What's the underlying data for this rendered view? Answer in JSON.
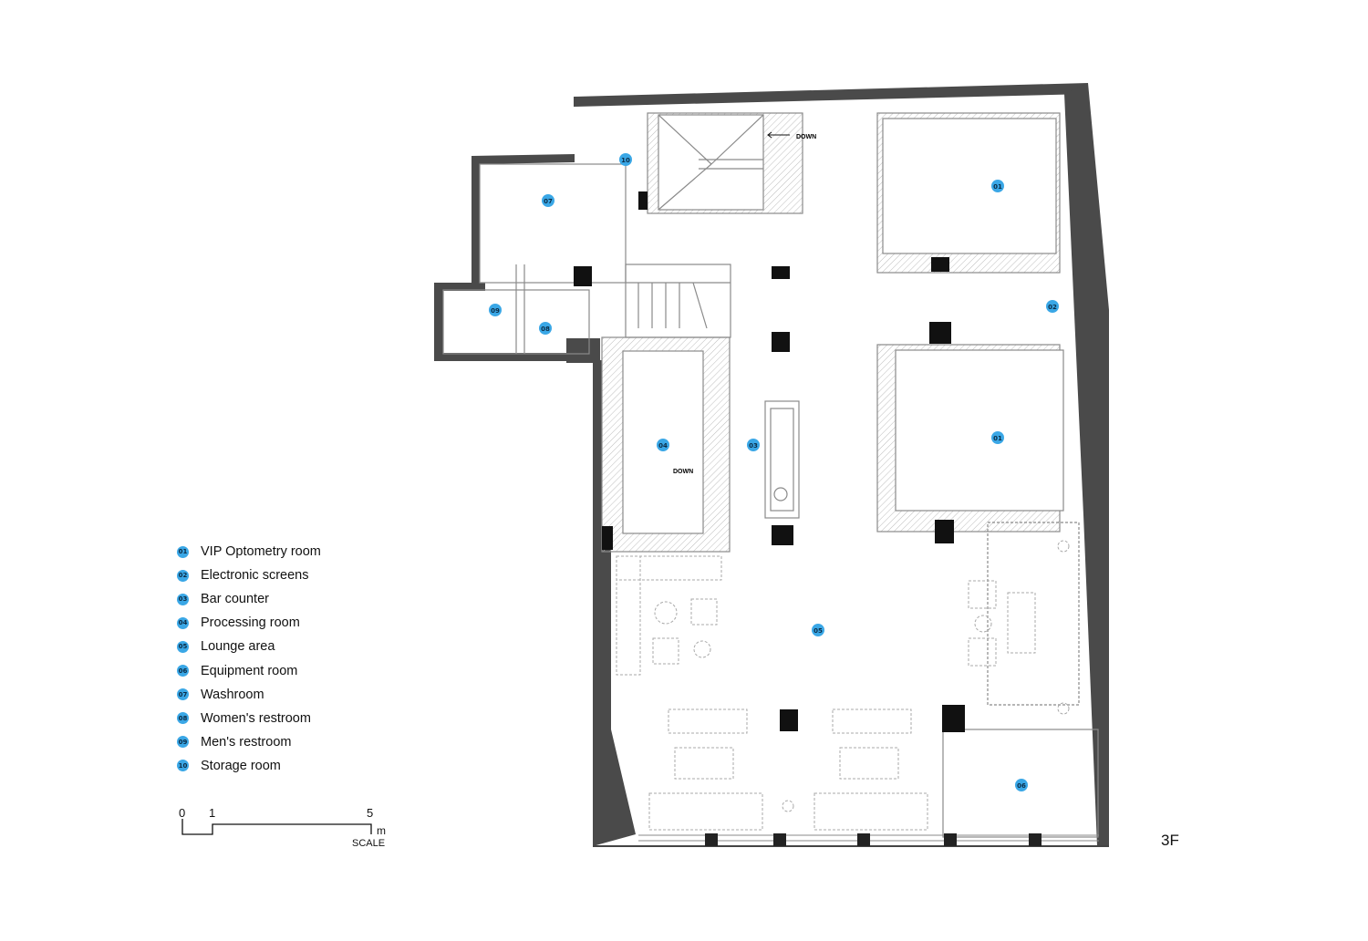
{
  "legend": [
    {
      "num": "01",
      "label": "VIP Optometry room"
    },
    {
      "num": "02",
      "label": "Electronic screens"
    },
    {
      "num": "03",
      "label": "Bar counter"
    },
    {
      "num": "04",
      "label": "Processing room"
    },
    {
      "num": "05",
      "label": "Lounge area"
    },
    {
      "num": "06",
      "label": "Equipment room"
    },
    {
      "num": "07",
      "label": "Washroom"
    },
    {
      "num": "08",
      "label": "Women's restroom"
    },
    {
      "num": "09",
      "label": "Men's restroom"
    },
    {
      "num": "10",
      "label": "Storage room"
    }
  ],
  "plan": {
    "floor": "3F",
    "down_labels": [
      "DOWN",
      "DOWN"
    ],
    "room_tags": [
      "01",
      "01",
      "02",
      "03",
      "04",
      "05",
      "06",
      "07",
      "08",
      "09",
      "10"
    ]
  },
  "scale": {
    "ticks": [
      "0",
      "1",
      "5"
    ],
    "unit": "m",
    "label": "SCALE"
  },
  "colors": {
    "wall": "#4a4a4a",
    "badge": "#3aa7e6",
    "line": "#9a9a9a"
  }
}
